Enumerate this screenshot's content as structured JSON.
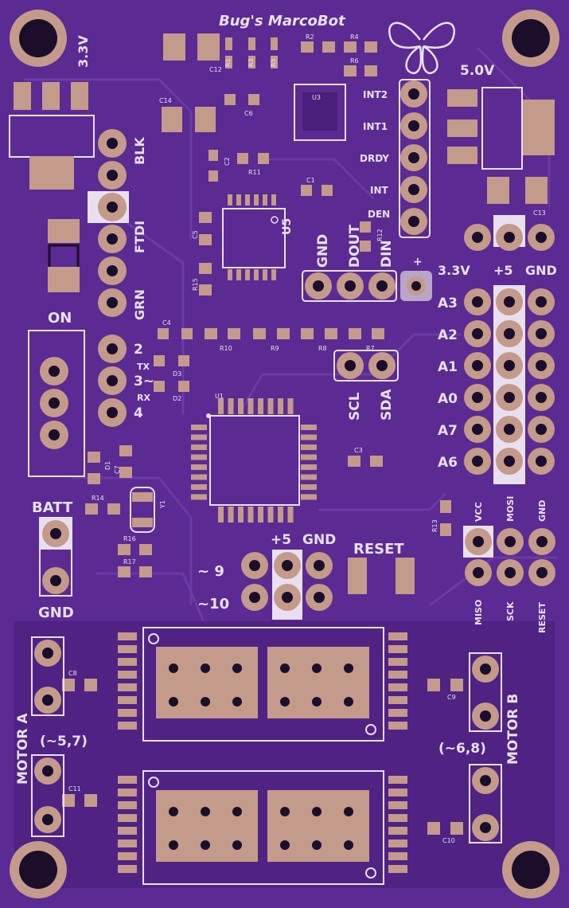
{
  "board_title": "Bug's MarcoBot",
  "power": {
    "v33": "3.3V",
    "v50": "5.0V",
    "on": "ON",
    "batt": "BATT",
    "gnd": "GND"
  },
  "ftdi": {
    "blk": "BLK",
    "ftdi": "FTDI",
    "grn": "GRN"
  },
  "serial": {
    "p2": "2",
    "p3": "3~",
    "p4": "4",
    "tx": "TX",
    "rx": "RX"
  },
  "imu": {
    "int2": "INT2",
    "int1": "INT1",
    "drdy": "DRDY",
    "int": "INT",
    "den": "DEN",
    "gnd": "GND",
    "dout": "DOUT",
    "din": "DIN"
  },
  "analog_header": {
    "v33": "3.3V",
    "p5": "+5",
    "gnd": "GND",
    "labels": [
      "A3",
      "A2",
      "A1",
      "A0",
      "A7",
      "A6"
    ]
  },
  "i2c": {
    "scl": "SCL",
    "sda": "SDA"
  },
  "pwm": {
    "p5": "+5",
    "gnd": "GND",
    "p9": "~ 9",
    "p10": "~10"
  },
  "reset": "RESET",
  "isp": {
    "vcc": "VCC",
    "mosi": "MOSI",
    "gnd": "GND",
    "miso": "MISO",
    "sck": "SCK",
    "reset": "RESET"
  },
  "motors": {
    "a": "MOTOR A",
    "a_pins": "(~5,7)",
    "b": "MOTOR B",
    "b_pins": "(~6,8)"
  },
  "designators": {
    "r1": "R1",
    "r2": "R2",
    "r3": "R3",
    "r4": "R4",
    "r5": "R5",
    "r6": "R6",
    "r7": "R7",
    "r8": "R8",
    "r9": "R9",
    "r10": "R10",
    "r11": "R11",
    "r12": "R12",
    "r13": "R13",
    "r14": "R14",
    "r15": "R15",
    "r16": "R16",
    "r17": "R17",
    "c1": "C1",
    "c2": "C2",
    "c3": "C3",
    "c4": "C4",
    "c5": "C5",
    "c6": "C6",
    "c7": "C7",
    "c8": "C8",
    "c9": "C9",
    "c10": "C10",
    "c11": "C11",
    "c12": "C12",
    "c13": "C13",
    "c14": "C14",
    "u1": "U1",
    "u3": "U3",
    "u5": "U5",
    "d1": "D1",
    "d2": "D2",
    "d3": "D3",
    "y1": "Y1"
  }
}
